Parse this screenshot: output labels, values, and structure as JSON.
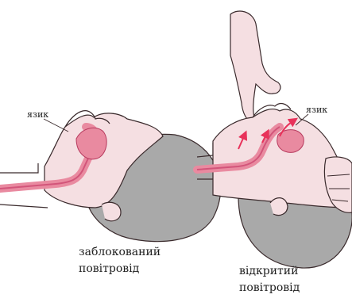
{
  "panels": [
    {
      "tongue_label": "язик",
      "caption_line1": "заблокований",
      "caption_line2": "повітровід"
    },
    {
      "tongue_label": "язик",
      "caption_line1": "відкритий",
      "caption_line2": "повітровід"
    }
  ],
  "colors": {
    "skin": "#f5dfe2",
    "skin_outline": "#3a2a2c",
    "airway": "#e98aa0",
    "airway_dark": "#d2557a",
    "hair": "#a9a9a9",
    "arrow": "#e8325a"
  }
}
